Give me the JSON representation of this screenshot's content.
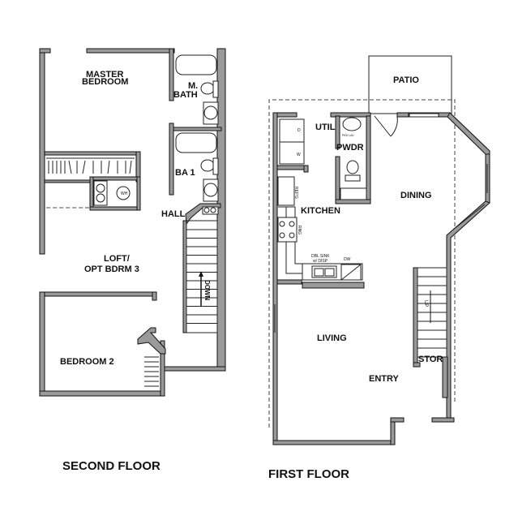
{
  "second_floor": {
    "title": "SECOND FLOOR",
    "rooms": {
      "master_bedroom_1": "MASTER",
      "master_bedroom_2": "BEDROOM",
      "m_bath_1": "M.",
      "m_bath_2": "BATH",
      "ba1": "BA 1",
      "hall": "HALL",
      "loft_1": "LOFT/",
      "loft_2": "OPT BDRM 3",
      "bedroom2": "BEDROOM 2"
    },
    "fixtures": {
      "water_heater": "WH",
      "stairs": "DOWN"
    }
  },
  "first_floor": {
    "title": "FIRST FLOOR",
    "rooms": {
      "patio": "PATIO",
      "util": "UTIL",
      "pwdr": "PWDR",
      "kitchen": "KITCHEN",
      "dining": "DINING",
      "living": "LIVING",
      "entry": "ENTRY",
      "stor": "STOR"
    },
    "fixtures": {
      "dryer": "D",
      "washer": "W",
      "refrigerator": "REF'G",
      "range": "RNG",
      "sink_1": "DBL SINK",
      "sink_2": "w/ DISP",
      "dishwasher": "DW",
      "lav": "PED LAV",
      "stairs": "UP"
    }
  }
}
